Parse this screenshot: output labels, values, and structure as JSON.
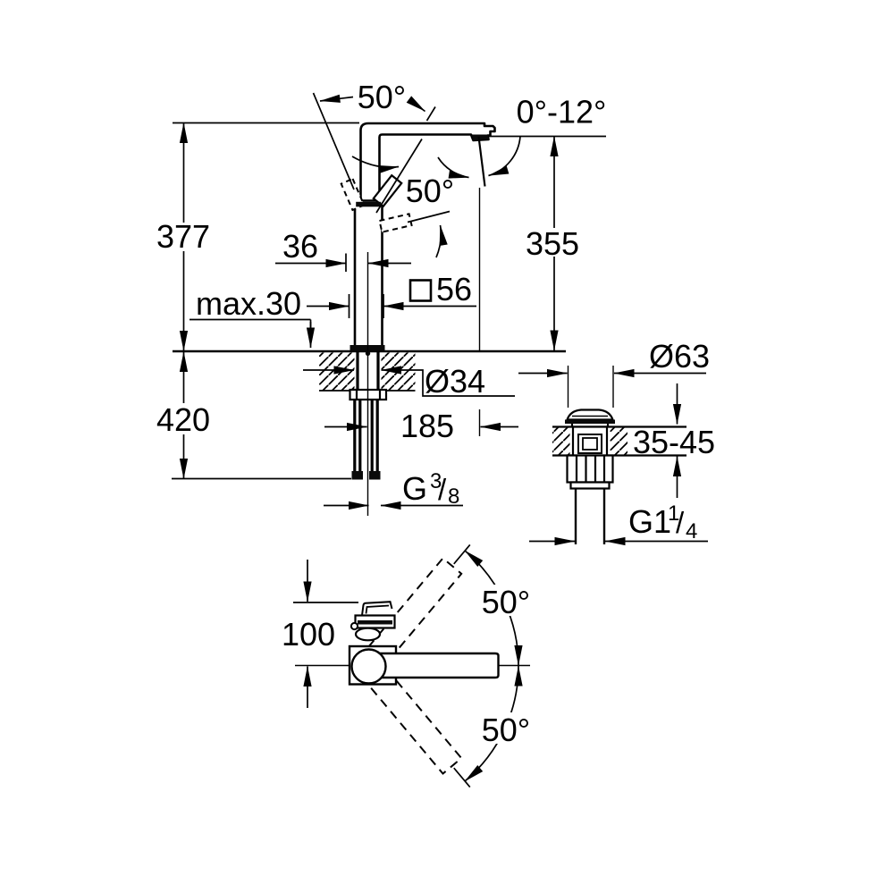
{
  "page": {
    "background_color": "#ffffff",
    "line_color": "#000000",
    "drawing_type": "faucet installation dimension drawing"
  },
  "front_view": {
    "lever_swivel_angle": "50°",
    "spout_tilt_range": "0°-12°",
    "lever_open_angle": "50°",
    "overall_height": "377",
    "lever_to_center": "36",
    "spout_outlet_height": "355",
    "max_mounting_thickness": "max.30",
    "base_square_size": "56",
    "hose_length": "420",
    "hole_diameter": "Ø34",
    "spout_reach": "185",
    "supply_thread": {
      "base": "G",
      "numerator": "3",
      "slash": "/",
      "denominator": "8"
    }
  },
  "waste_view": {
    "flange_diameter": "Ø63",
    "counter_thickness_range": "35-45",
    "waste_thread": {
      "base": "G1",
      "numerator": "1",
      "slash": "/",
      "denominator": "4"
    }
  },
  "top_view": {
    "lever_projection": "100",
    "spout_swivel_up": "50°",
    "spout_swivel_down": "50°"
  }
}
